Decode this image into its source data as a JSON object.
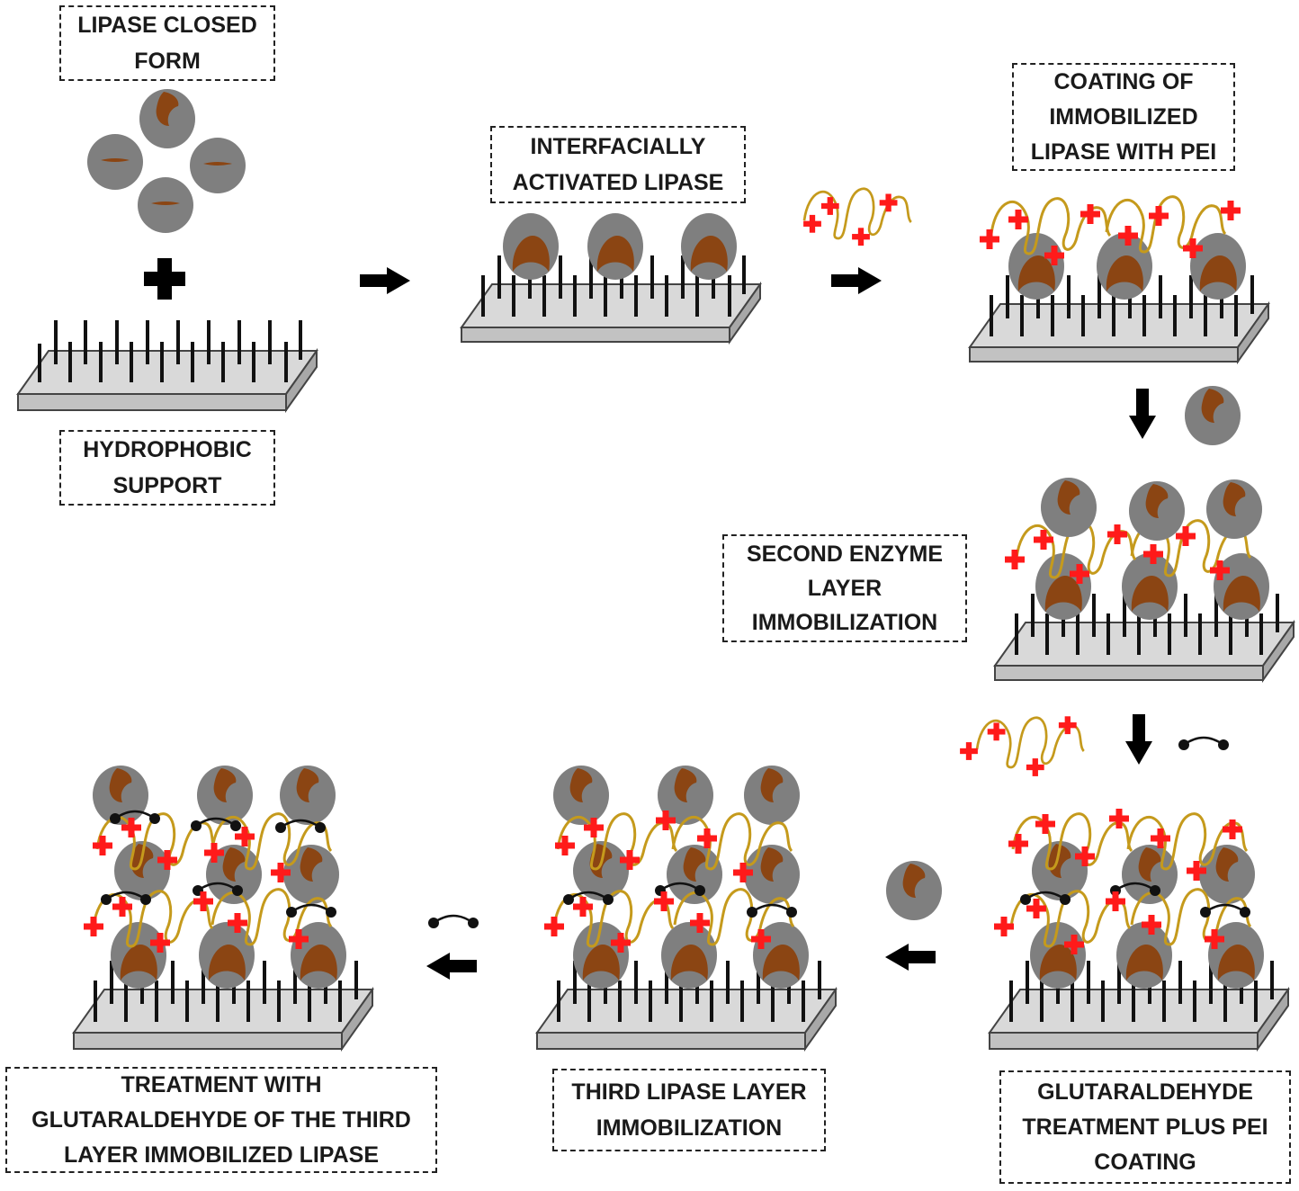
{
  "labels": {
    "lipase_closed_form": "LIPASE CLOSED\nFORM",
    "hydrophobic_support": "HYDROPHOBIC\nSUPPORT",
    "interfacially_activated": "INTERFACIALLY\nACTIVATED LIPASE",
    "coating_pei": "COATING OF\nIMMOBILIZED\nLIPASE WITH PEI",
    "second_layer": "SECOND ENZYME\nLAYER\nIMMOBILIZATION",
    "glutaraldehyde_pei": "GLUTARALDEHYDE\nTREATMENT PLUS PEI\nCOATING",
    "third_layer": "THIRD LIPASE LAYER\nIMMOBILIZATION",
    "final_treatment": "TREATMENT WITH\nGLUTARALDEHYDE OF THE THIRD\nLAYER IMMOBILIZED LIPASE"
  },
  "colors": {
    "enzyme_body": "#7f7f7f",
    "active_site": "#8b4513",
    "pei_chain": "#c59a1c",
    "positive_charge": "#ff1a1a",
    "support": "#cfcfcf",
    "crosslinker": "#111111"
  },
  "icons": [
    "closed-lipase-icon",
    "open-lipase-icon",
    "pei-polymer-icon",
    "glutaraldehyde-icon",
    "plus-icon",
    "arrow-right-icon",
    "arrow-down-icon",
    "arrow-left-icon",
    "hydrophobic-support-icon"
  ]
}
